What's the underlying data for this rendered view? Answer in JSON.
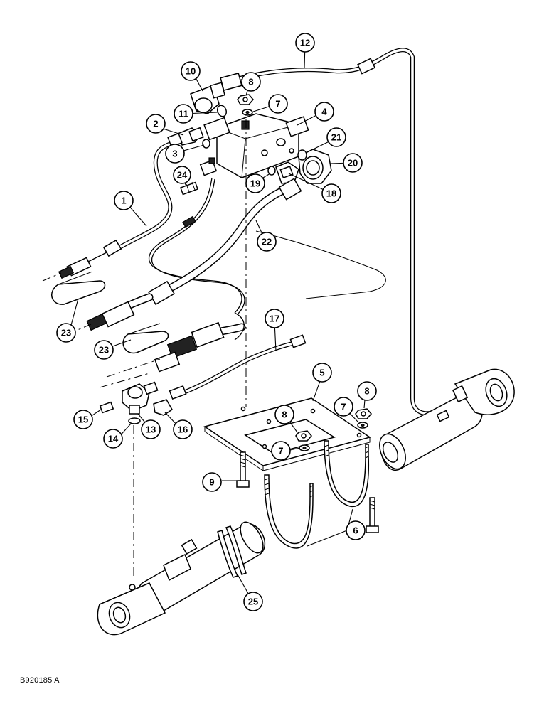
{
  "figure_ref": "B920185 A",
  "callouts": [
    {
      "label": "1"
    },
    {
      "label": "2"
    },
    {
      "label": "3"
    },
    {
      "label": "4"
    },
    {
      "label": "5"
    },
    {
      "label": "6"
    },
    {
      "label": "7"
    },
    {
      "label": "7"
    },
    {
      "label": "7"
    },
    {
      "label": "8"
    },
    {
      "label": "8"
    },
    {
      "label": "8"
    },
    {
      "label": "9"
    },
    {
      "label": "10"
    },
    {
      "label": "11"
    },
    {
      "label": "12"
    },
    {
      "label": "13"
    },
    {
      "label": "14"
    },
    {
      "label": "15"
    },
    {
      "label": "16"
    },
    {
      "label": "17"
    },
    {
      "label": "18"
    },
    {
      "label": "19"
    },
    {
      "label": "20"
    },
    {
      "label": "21"
    },
    {
      "label": "22"
    },
    {
      "label": "23"
    },
    {
      "label": "23"
    },
    {
      "label": "24"
    },
    {
      "label": "25"
    }
  ]
}
